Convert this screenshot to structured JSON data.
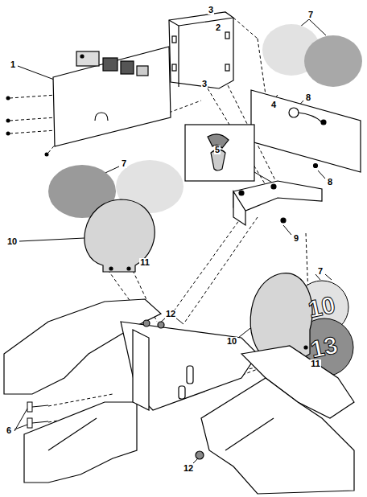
{
  "diagram": {
    "labels": [
      "3",
      "2",
      "7",
      "1",
      "3",
      "8",
      "4",
      "5",
      "7",
      "8",
      "9",
      "10",
      "11",
      "7",
      "10",
      "12",
      "10",
      "13",
      "11",
      "6",
      "12"
    ]
  }
}
